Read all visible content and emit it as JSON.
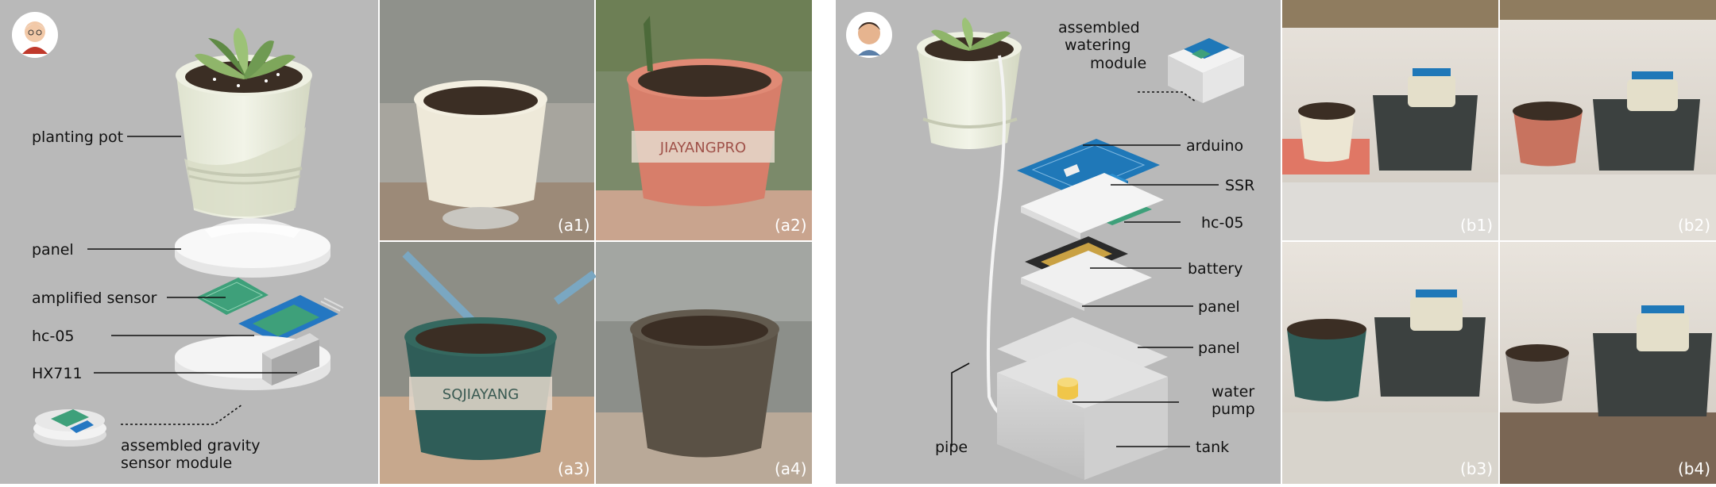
{
  "left_diagram": {
    "labels": {
      "planting_pot": "planting pot",
      "panel": "panel",
      "amplified_sensor": "amplified sensor",
      "hc05": "hc-05",
      "hx711": "HX711",
      "assembled_line1": "assembled gravity",
      "assembled_line2": "sensor module"
    },
    "pot_labels": [
      "JIAYANGPRO",
      "SQJIAYANG"
    ]
  },
  "left_photos": {
    "captions": [
      "(a1)",
      "(a2)",
      "(a3)",
      "(a4)"
    ]
  },
  "right_diagram": {
    "labels": {
      "assembled_line1": "assembled",
      "assembled_line2": "watering",
      "assembled_line3": "module",
      "arduino": "arduino",
      "ssr": "SSR",
      "hc05": "hc-05",
      "battery": "battery",
      "panel_top": "panel",
      "panel_bottom": "panel",
      "water_line1": "water",
      "water_line2": "pump",
      "pipe": "pipe",
      "tank": "tank"
    }
  },
  "right_photos": {
    "captions": [
      "(b1)",
      "(b2)",
      "(b3)",
      "(b4)"
    ]
  },
  "colors": {
    "panel_bg": "#b9b9b9",
    "pot_cream": "#ecefe0",
    "pot_terracotta": "#d77e6a",
    "pot_green": "#2f5d58",
    "pot_brown": "#5a5145",
    "soil": "#3b2e24",
    "pcb_green": "#3ea07a",
    "arduino_blue": "#1f78b8"
  }
}
